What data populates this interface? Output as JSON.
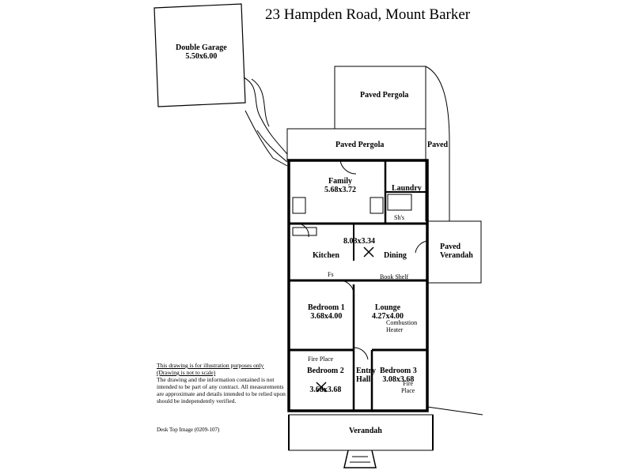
{
  "title": "23 Hampden Road,  Mount Barker",
  "rooms": {
    "garage": {
      "name": "Double Garage",
      "size": "5.50x6.00"
    },
    "pergola_top": {
      "name": "Paved Pergola"
    },
    "pergola_mid": {
      "name": "Paved Pergola"
    },
    "paved": {
      "name": "Paved"
    },
    "family": {
      "name": "Family",
      "size": "5.68x3.72"
    },
    "laundry": {
      "name": "Laundry"
    },
    "kitchen": {
      "name": "Kitchen"
    },
    "dining": {
      "name": "Dining"
    },
    "kitchen_dining_size": "8.03x3.34",
    "paved_verandah": {
      "name": "Paved",
      "name2": "Verandah"
    },
    "bedroom1": {
      "name": "Bedroom 1",
      "size": "3.68x4.00"
    },
    "lounge": {
      "name": "Lounge",
      "size": "4.27x4.00"
    },
    "bedroom2": {
      "name": "Bedroom 2",
      "size": "3.68x3.68"
    },
    "entry_hall": {
      "name": "Entry",
      "name2": "Hall"
    },
    "bedroom3": {
      "name": "Bedroom 3",
      "size": "3.08x3.68"
    },
    "verandah": {
      "name": "Verandah"
    }
  },
  "fixtures": {
    "shs": "Sh's",
    "fs": "Fs",
    "book_shelf": "Book Shelf",
    "combustion": "Combustion",
    "heater": "Heater",
    "fireplace_b2": "Fire Place",
    "fireplace_b3_1": "Fire",
    "fireplace_b3_2": "Place"
  },
  "disclaimer": {
    "line1": "This drawing is for illustration purposes only",
    "line2": "(Drawing is not to scale)",
    "body": "The drawing and the information contained is not intended to be part of any contract.  All measurements are approximate and details intended to be relied upon should be independently verified."
  },
  "footer": "Desk Top Image   (0209-107)"
}
